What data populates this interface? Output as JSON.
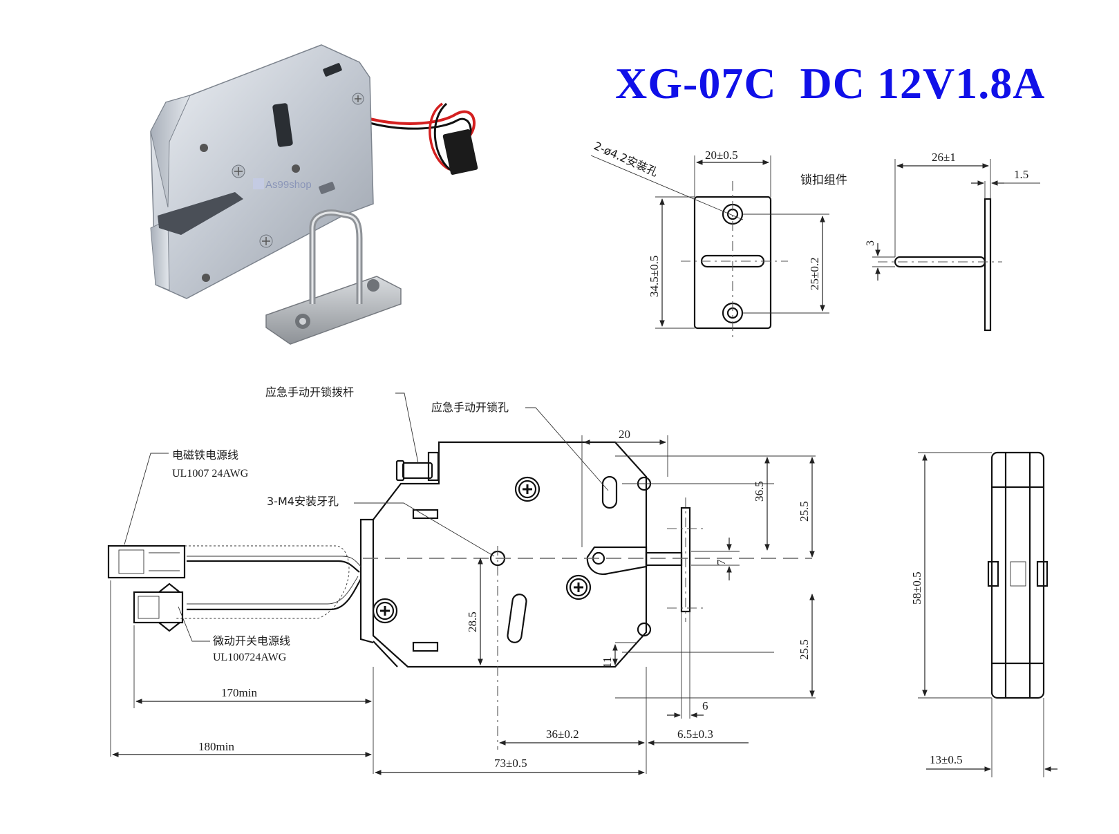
{
  "title": "XG-07C  DC 12V1.8A",
  "watermark": "As99shop",
  "product_photo": {
    "description_icon": "electromagnetic-lock-photo",
    "metal_color": "#c9ced6",
    "wire_colors": [
      "#d42020",
      "#111111"
    ]
  },
  "top_drawing": {
    "hole_label": "2-ø4.2安装孔",
    "part_label": "锁扣组件",
    "width_dim": "20±0.5",
    "height_dim": "34.5±0.5",
    "hole_spacing_dim": "25±0.2",
    "side_width_dim": "26±1",
    "plate_thickness_dim": "1.5",
    "pin_dim": "3"
  },
  "main_drawing": {
    "lever_label": "应急手动开锁拨杆",
    "hole_label": "应急手动开锁孔",
    "magnet_wire_label": "电磁铁电源线",
    "magnet_wire_spec": "UL1007 24AWG",
    "mount_label": "3-M4安装牙孔",
    "switch_wire_label": "微动开关电源线",
    "switch_wire_spec": "UL100724AWG",
    "dim_20": "20",
    "dim_36_5": "36.5",
    "dim_25_5_top": "25.5",
    "dim_25_5_bottom": "25.5",
    "dim_7": "7",
    "dim_28_5": "28.5",
    "dim_11": "11",
    "dim_6": "6",
    "dim_170": "170min",
    "dim_180": "180min",
    "dim_36": "36±0.2",
    "dim_6_5": "6.5±0.3",
    "dim_73": "73±0.5"
  },
  "side_drawing": {
    "height_dim": "58±0.5",
    "width_dim": "13±0.5"
  }
}
